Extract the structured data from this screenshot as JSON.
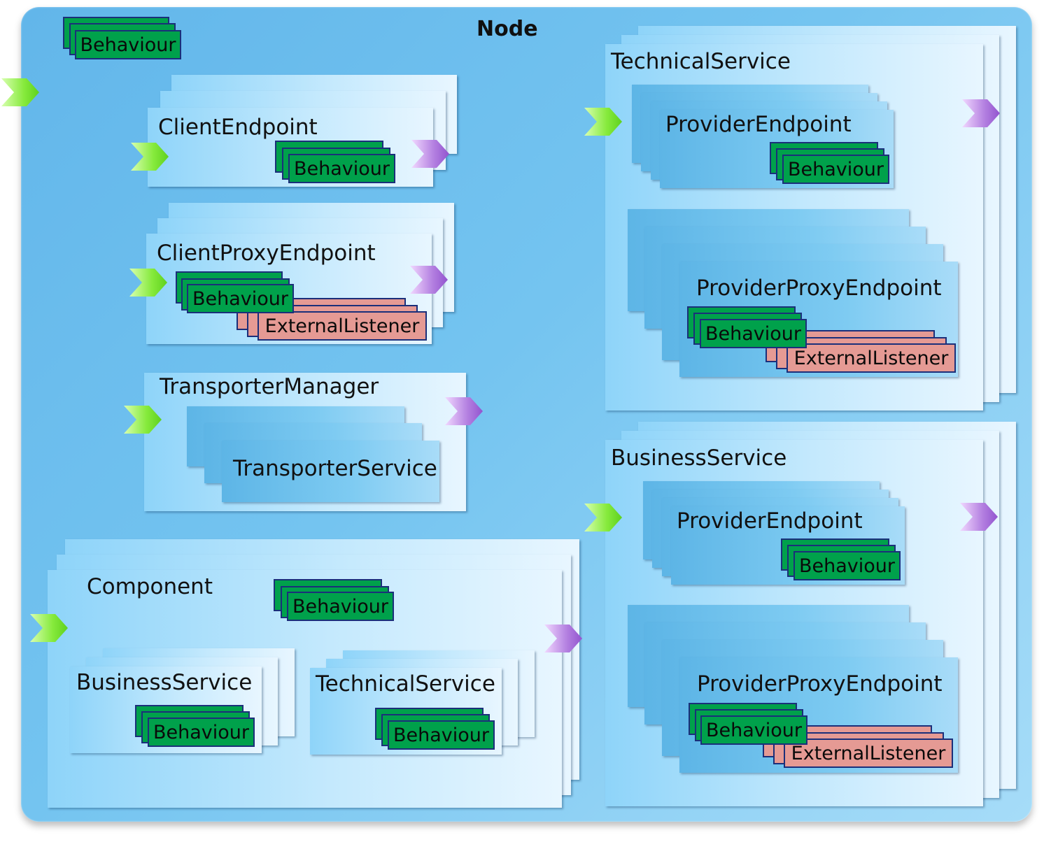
{
  "node": {
    "title": "Node"
  },
  "labels": {
    "behaviour": "Behaviour",
    "external_listener": "ExternalListener",
    "client_endpoint": "ClientEndpoint",
    "client_proxy_endpoint": "ClientProxyEndpoint",
    "transporter_manager": "TransporterManager",
    "transporter_service": "TransporterService",
    "component": "Component",
    "business_service": "BusinessService",
    "technical_service": "TechnicalService",
    "provider_endpoint": "ProviderEndpoint",
    "provider_proxy_endpoint": "ProviderProxyEndpoint"
  },
  "colors": {
    "behaviour_fill": "#00a14b",
    "external_listener_fill": "#e59a94",
    "box_border": "#1b2f7a",
    "input_chevron": "#7ee83a",
    "output_chevron": "#b07ad8"
  },
  "icons": {
    "input": "green-chevron-icon",
    "output": "purple-chevron-icon"
  }
}
